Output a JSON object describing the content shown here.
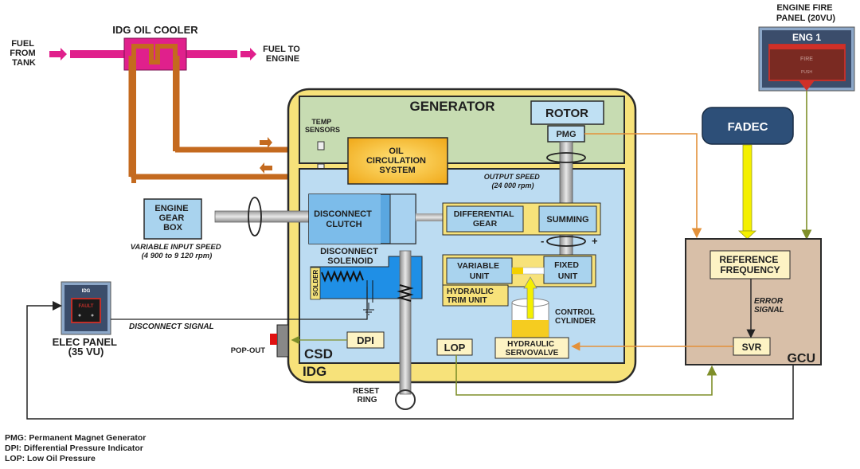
{
  "diagram": {
    "title": "IDG (Integrated Drive Generator) system schematic",
    "oil_cooler": {
      "label": "IDG OIL COOLER",
      "fuel_in": [
        "FUEL",
        "FROM",
        "TANK"
      ],
      "fuel_out": [
        "FUEL TO",
        "ENGINE"
      ]
    },
    "fire_panel": {
      "title": [
        "ENGINE FIRE",
        "PANEL (20VU)"
      ],
      "eng_label": "ENG 1",
      "button_top": "FIRE",
      "button_bottom": "PUSH"
    },
    "generator": {
      "label": "GENERATOR",
      "rotor": "ROTOR",
      "pmg": "PMG",
      "temp_sensors": [
        "TEMP",
        "SENSORS"
      ],
      "oil_circulation": [
        "OIL",
        "CIRCULATION",
        "SYSTEM"
      ],
      "output_speed": [
        "OUTPUT SPEED",
        "(24 000 rpm)"
      ]
    },
    "gearbox": {
      "label": [
        "ENGINE",
        "GEAR",
        "BOX"
      ],
      "input_speed": [
        "VARIABLE INPUT SPEED",
        "(4 900 to 9 120 rpm)"
      ]
    },
    "csd": {
      "label": "CSD",
      "disconnect_clutch": [
        "DISCONNECT",
        "CLUTCH"
      ],
      "disconnect_solenoid": [
        "DISCONNECT",
        "SOLENOID"
      ],
      "solder": "SOLDER",
      "differential_gear": [
        "DIFFERENTIAL",
        "GEAR"
      ],
      "summing": "SUMMING",
      "minus": "-",
      "plus": "+",
      "variable_unit": [
        "VARIABLE",
        "UNIT"
      ],
      "fixed_unit": [
        "FIXED",
        "UNIT"
      ],
      "hydraulic_trim_unit": [
        "HYDRAULIC",
        "TRIM  UNIT"
      ],
      "control_cylinder": [
        "CONTROL",
        "CYLINDER"
      ],
      "hydraulic_servovalve": [
        "HYDRAULIC",
        "SERVOVALVE"
      ],
      "dpi": "DPI",
      "lop": "LOP"
    },
    "idg_label": "IDG",
    "pop_out": "POP-OUT",
    "reset_ring": [
      "RESET",
      "RING"
    ],
    "elec_panel": {
      "title": [
        "ELEC PANEL",
        "(35 VU)"
      ],
      "idg_label": "IDG",
      "fault_label": "FAULT"
    },
    "disconnect_signal": "DISCONNECT SIGNAL",
    "fadec": "FADEC",
    "gcu": {
      "label": "GCU",
      "reference_frequency": [
        "REFERENCE",
        "FREQUENCY"
      ],
      "error_signal": [
        "ERROR",
        "SIGNAL"
      ],
      "svr": "SVR"
    },
    "legend": [
      "PMG: Permanent Magnet Generator",
      "DPI: Differential Pressure Indicator",
      "LOP: Low Oil Pressure"
    ],
    "colors": {
      "fuel_line": "#e0208c",
      "oil_line": "#c46a1f",
      "idg_case": "#f7e27a",
      "generator_bg": "#c7dcb2",
      "csd_bg": "#bcdcf2",
      "component_blue": "#a9d3ee",
      "oil_system": "#f2b928",
      "fadec": "#2d4f78",
      "gcu": "#d8bfa8",
      "signal_orange": "#e3913a",
      "signal_olive": "#7f8f2a",
      "fadec_signal": "#f4f000",
      "fire_red": "#c0302a",
      "panel_navy": "#3b4d6b"
    }
  }
}
